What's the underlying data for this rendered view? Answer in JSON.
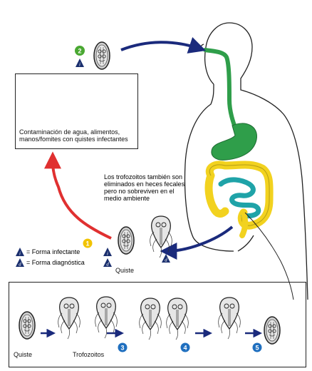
{
  "infection_box": {
    "caption": "Contaminación de agua, alimentos, manos/fomites con quistes infectantes"
  },
  "trophozoite_note": "Los trofozoitos también son eliminados en heces fecales pero no sobreviven en el medio ambiente",
  "legend": {
    "infective_symbol": "i",
    "infective_label": "= Forma infectante",
    "diagnostic_symbol": "d",
    "diagnostic_label": "= Forma diagnóstica"
  },
  "stage_labels": {
    "cyst": "Quiste",
    "lifecycle_cyst": "Quiste",
    "trophozoites": "Trofozoitos"
  },
  "steps": [
    "1",
    "2",
    "3",
    "4",
    "5"
  ],
  "colors": {
    "blue_arrow": "#1a2a7c",
    "red_arrow": "#e03030",
    "digestive_green": "#2f9e4a",
    "colon_yellow": "#f2d21f",
    "small_intestine_teal": "#1fa3a8",
    "step1_yellow": "#f1c300",
    "step2_green": "#4aa832",
    "step_blue": "#1f6fbf",
    "badge_navy": "#1a2f6e"
  }
}
